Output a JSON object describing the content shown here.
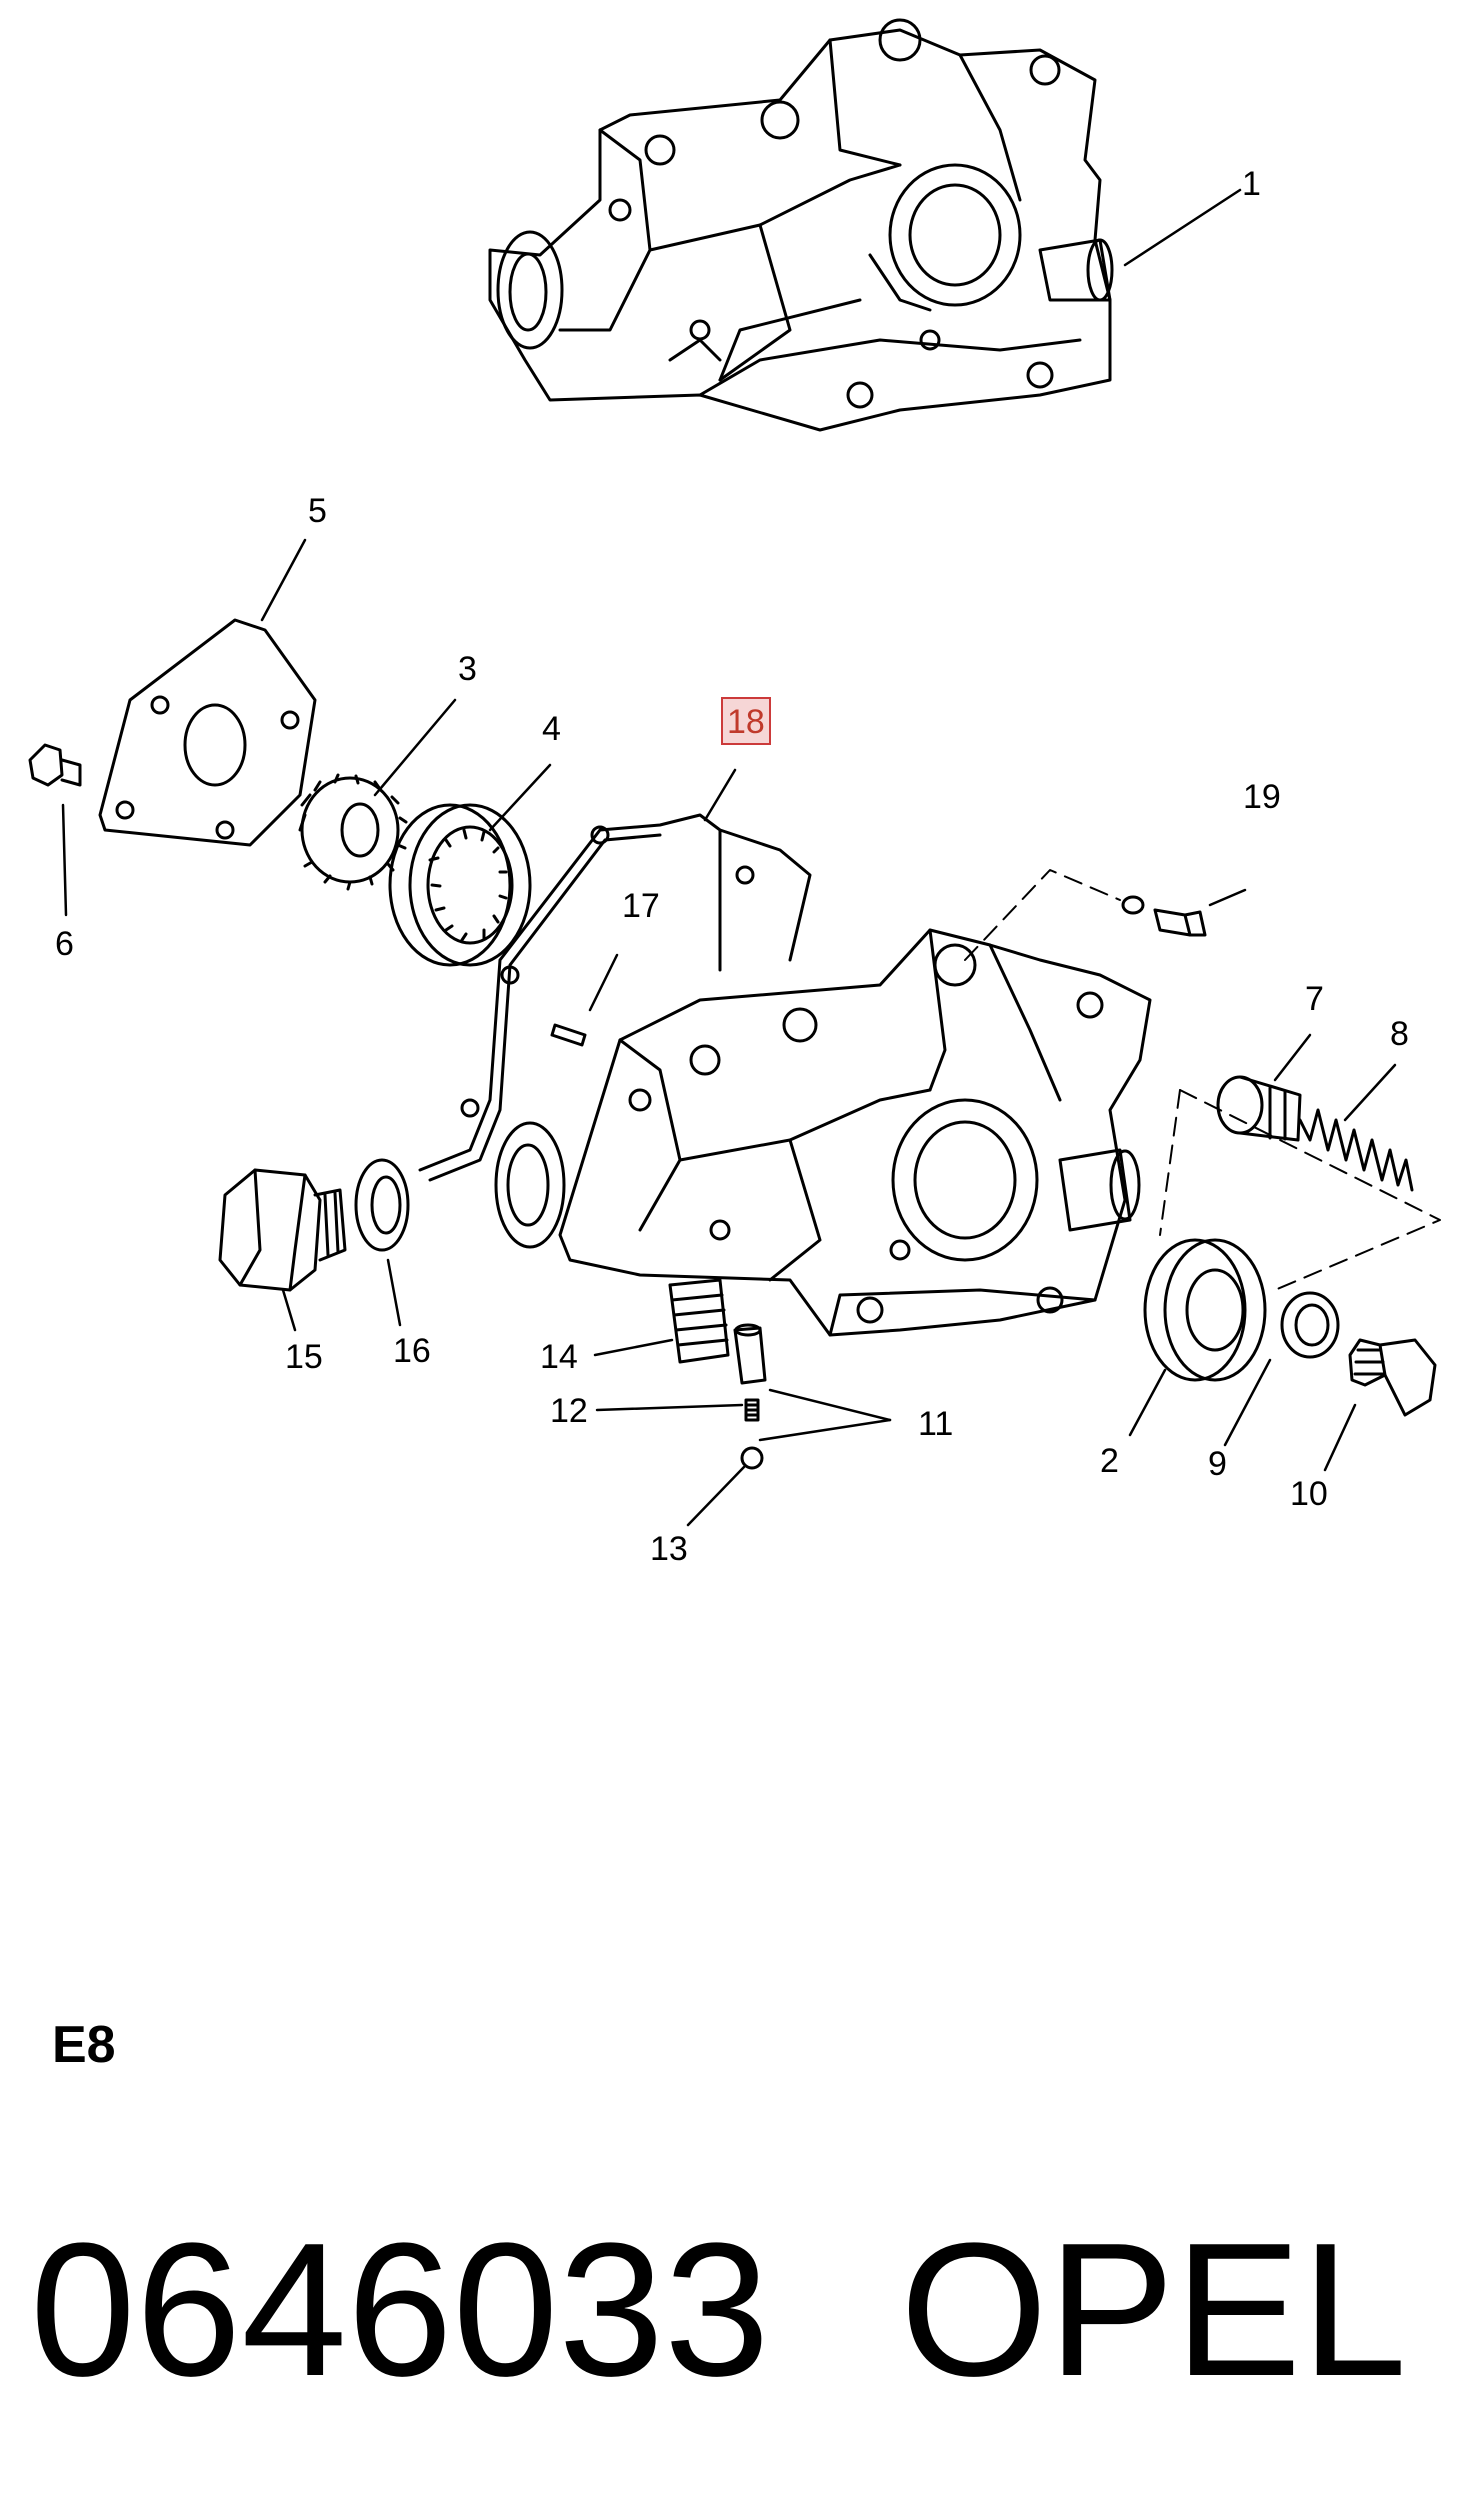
{
  "diagram": {
    "callouts": [
      {
        "id": "1",
        "text": "1"
      },
      {
        "id": "2",
        "text": "2"
      },
      {
        "id": "3",
        "text": "3"
      },
      {
        "id": "4",
        "text": "4"
      },
      {
        "id": "5",
        "text": "5"
      },
      {
        "id": "6",
        "text": "6"
      },
      {
        "id": "7",
        "text": "7"
      },
      {
        "id": "8",
        "text": "8"
      },
      {
        "id": "9",
        "text": "9"
      },
      {
        "id": "10",
        "text": "10"
      },
      {
        "id": "11",
        "text": "11"
      },
      {
        "id": "12",
        "text": "12"
      },
      {
        "id": "13",
        "text": "13"
      },
      {
        "id": "14",
        "text": "14"
      },
      {
        "id": "15",
        "text": "15"
      },
      {
        "id": "16",
        "text": "16"
      },
      {
        "id": "17",
        "text": "17"
      },
      {
        "id": "18",
        "text": "18",
        "highlighted": true
      },
      {
        "id": "19",
        "text": "19"
      }
    ],
    "highlight_color": "#cc3a3a"
  },
  "footer": {
    "section_code": "E8",
    "part_number": "0646033",
    "brand": "OPEL"
  }
}
